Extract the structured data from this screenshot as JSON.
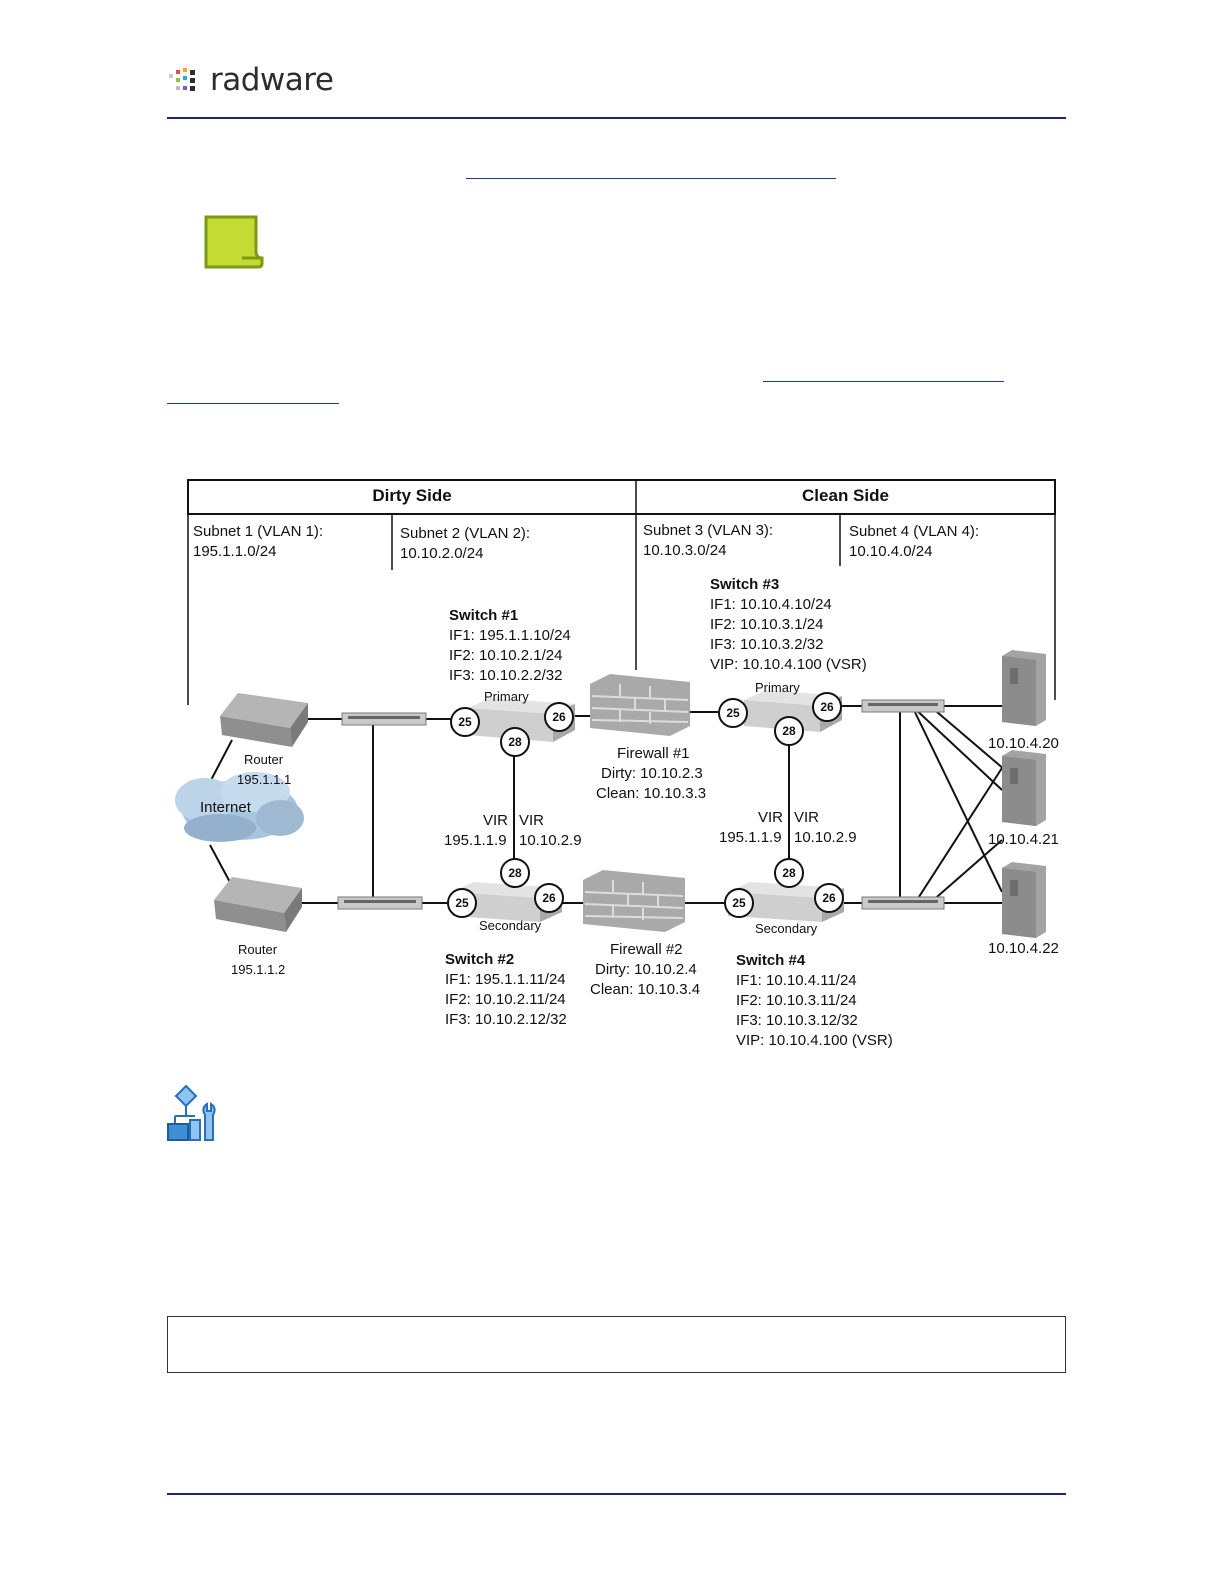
{
  "brand": {
    "name": "radware"
  },
  "diagram": {
    "headers": {
      "dirty": "Dirty Side",
      "clean": "Clean Side"
    },
    "subnets": [
      {
        "name": "Subnet 1 (VLAN 1):",
        "cidr": "195.1.1.0/24"
      },
      {
        "name": "Subnet 2 (VLAN 2):",
        "cidr": "10.10.2.0/24"
      },
      {
        "name": "Subnet 3 (VLAN 3):",
        "cidr": "10.10.3.0/24"
      },
      {
        "name": "Subnet 4 (VLAN 4):",
        "cidr": "10.10.4.0/24"
      }
    ],
    "switch1": {
      "title": "Switch #1",
      "if1": "IF1: 195.1.1.10/24",
      "if2": "IF2: 10.10.2.1/24",
      "if3": "IF3: 10.10.2.2/32",
      "role": "Primary"
    },
    "switch2": {
      "title": "Switch #2",
      "if1": "IF1: 195.1.1.11/24",
      "if2": "IF2: 10.10.2.11/24",
      "if3": "IF3: 10.10.2.12/32",
      "role": "Secondary"
    },
    "switch3": {
      "title": "Switch #3",
      "if1": "IF1: 10.10.4.10/24",
      "if2": "IF2: 10.10.3.1/24",
      "if3": "IF3: 10.10.3.2/32",
      "vip": "VIP: 10.10.4.100 (VSR)",
      "role": "Primary"
    },
    "switch4": {
      "title": "Switch #4",
      "if1": "IF1: 10.10.4.11/24",
      "if2": "IF2: 10.10.3.11/24",
      "if3": "IF3: 10.10.3.12/32",
      "vip": "VIP: 10.10.4.100 (VSR)",
      "role": "Secondary"
    },
    "firewall1": {
      "title": "Firewall #1",
      "dirty": "Dirty: 10.10.2.3",
      "clean": "Clean: 10.10.3.3"
    },
    "firewall2": {
      "title": "Firewall #2",
      "dirty": "Dirty: 10.10.2.4",
      "clean": "Clean: 10.10.3.4"
    },
    "router1": {
      "label": "Router",
      "ip": "195.1.1.1"
    },
    "router2": {
      "label": "Router",
      "ip": "195.1.1.2"
    },
    "internet": "Internet",
    "vir_left": {
      "a": "VIR",
      "b": "VIR",
      "ip_a": "195.1.1.9",
      "ip_b": "10.10.2.9"
    },
    "vir_right": {
      "a": "VIR",
      "b": "VIR",
      "ip_a": "195.1.1.9",
      "ip_b": "10.10.2.9"
    },
    "servers": [
      "10.10.4.20",
      "10.10.4.21",
      "10.10.4.22"
    ],
    "ports": {
      "p25": "25",
      "p26": "26",
      "p28": "28"
    }
  },
  "colors": {
    "rule": "#1a237e",
    "note_icon": "#b9d42a",
    "task_icon": "#3f8fd6"
  }
}
